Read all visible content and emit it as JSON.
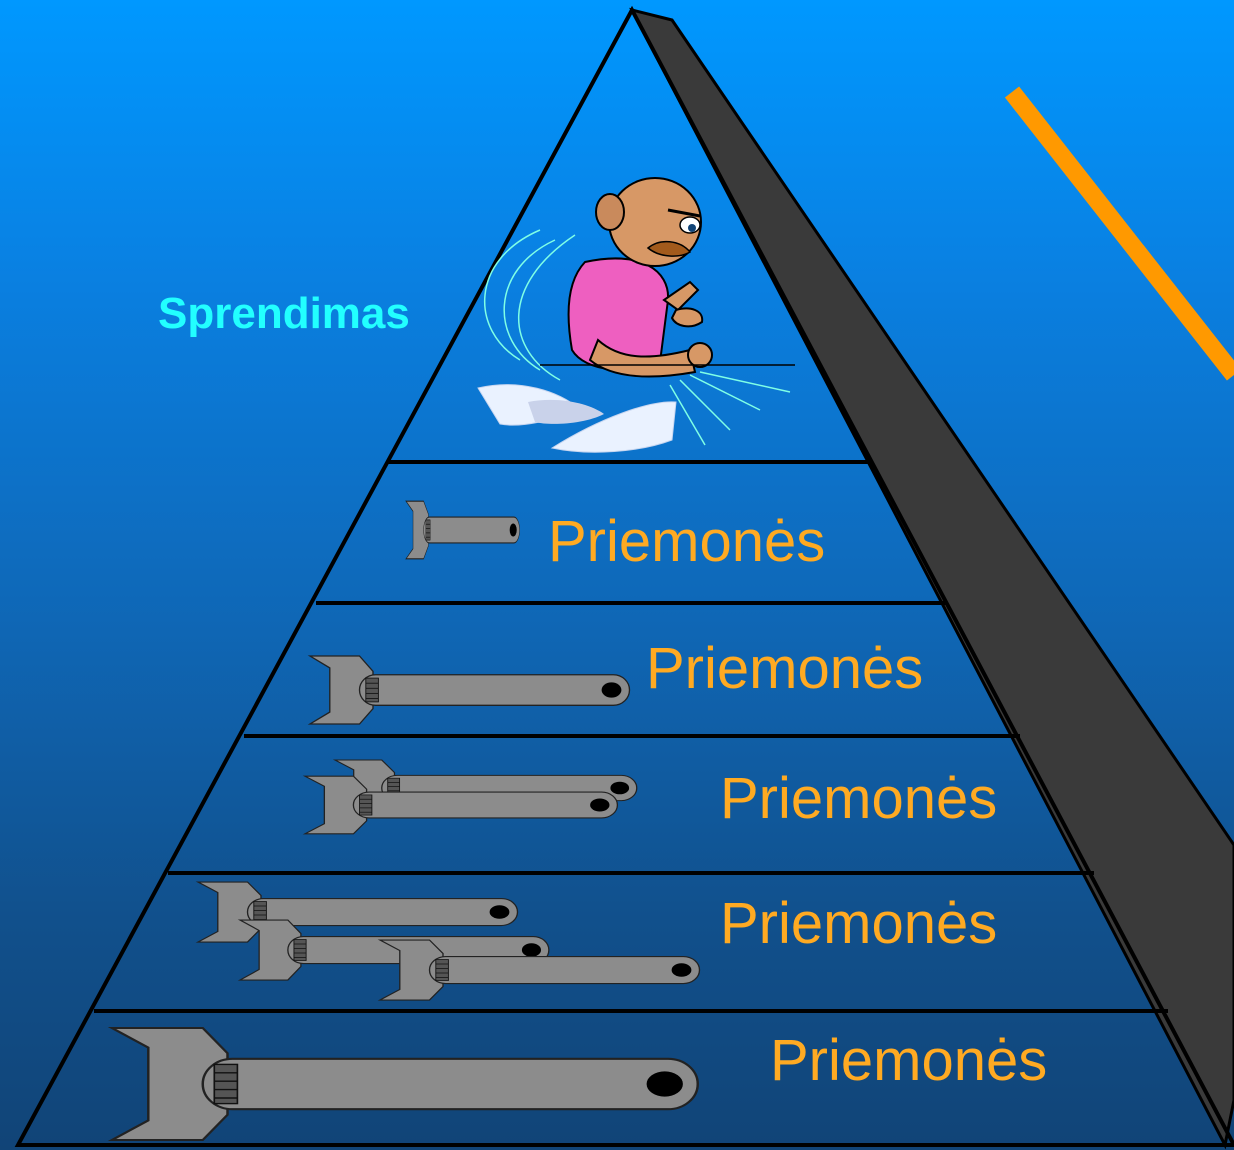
{
  "colors": {
    "background_top": "#0098ff",
    "background_bottom": "#114477",
    "pyramid_side": "#3a3a3a",
    "outline": "#000000",
    "accent_line": "#ff9900",
    "label_text": "#ffaa22",
    "top_label_text": "#22ffff",
    "wrench": "#8c8c8c"
  },
  "top_label": "Sprendimas",
  "levels": [
    {
      "label": "Priemonės",
      "wrenches": 1
    },
    {
      "label": "Priemonės",
      "wrenches": 1
    },
    {
      "label": "Priemonės",
      "wrenches": 2
    },
    {
      "label": "Priemonės",
      "wrenches": 3
    },
    {
      "label": "Priemonės",
      "wrenches": 1
    }
  ],
  "figure": {
    "icon": "thinking-man-icon"
  }
}
